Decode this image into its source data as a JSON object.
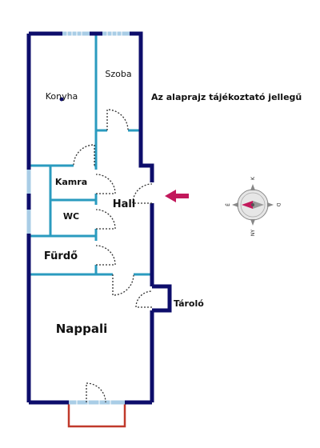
{
  "note": "Az alaprajz tájékoztató jellegű",
  "rooms": {
    "konyha": "Konyha",
    "szoba": "Szoba",
    "kamra": "Kamra",
    "wc": "WC",
    "hall": "Hall",
    "furdo": "Fürdő",
    "nappali": "Nappali",
    "tarolo": "Tároló"
  },
  "compass": {
    "north": "K",
    "south": "NY",
    "east": "D",
    "west": "É"
  },
  "colors": {
    "outer_wall": "#0d0d6b",
    "inner_wall": "#2a9bbf",
    "window": "#a9cde6",
    "balcony": "#c0392b",
    "entrance_arrow": "#c2185b",
    "door_arc": "#333333"
  },
  "icons": [
    "compass-icon",
    "entrance-arrow-icon"
  ]
}
